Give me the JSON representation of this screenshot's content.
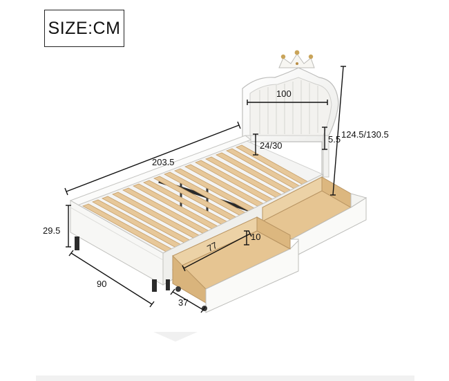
{
  "header": {
    "size_label": "SIZE:CM"
  },
  "dimensions": {
    "headboard_width": "100",
    "headboard_gap": "5.5",
    "overall_height": "124.5/130.5",
    "slat_clearance": "24/30",
    "bed_length": "203.5",
    "bed_height": "29.5",
    "bed_width": "90",
    "drawer_length": "77",
    "drawer_depth": "10",
    "drawer_width": "37"
  },
  "colors": {
    "frame": "#f6f6f4",
    "slat": "#e7c89a",
    "drawer_wood": "#e6c592",
    "line": "#111111"
  }
}
